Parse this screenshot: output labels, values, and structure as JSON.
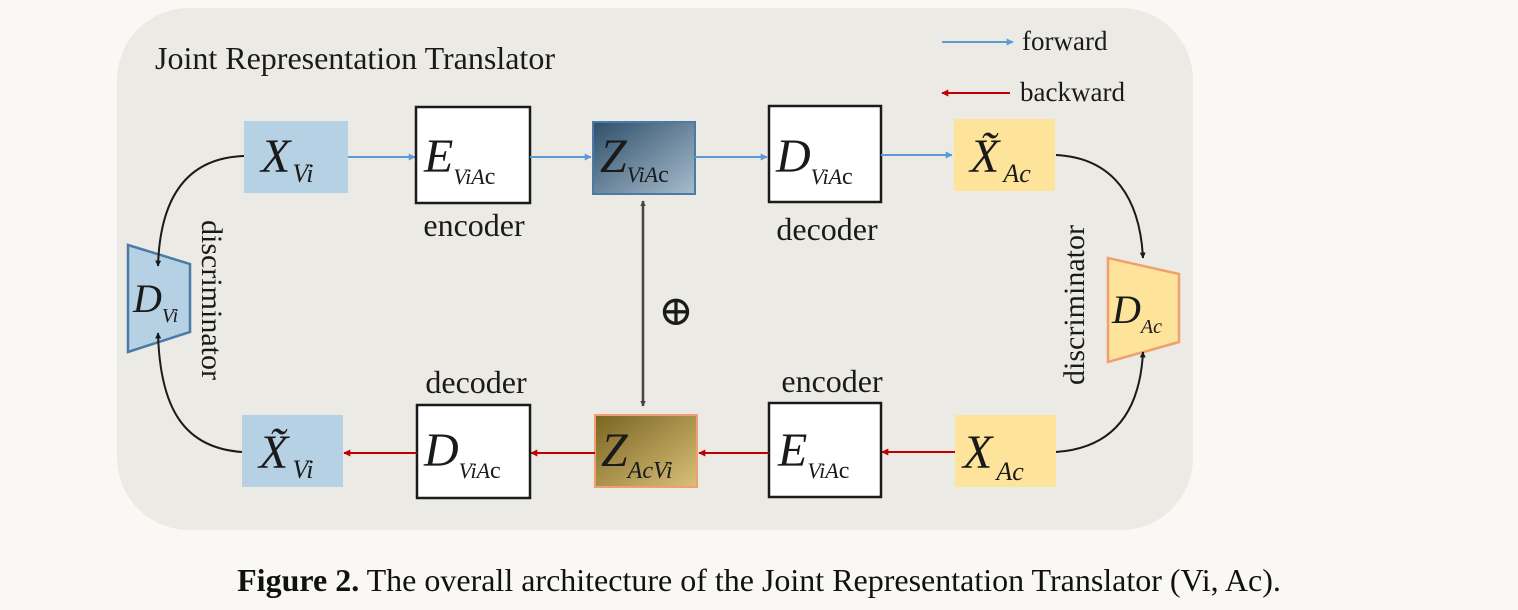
{
  "diagram": {
    "title": "Joint Representation Translator",
    "legend": {
      "forward": "forward",
      "backward": "backward",
      "forward_color": "#5b9bd5",
      "backward_color": "#c00000"
    },
    "labels": {
      "encoder_top": "encoder",
      "decoder_top": "decoder",
      "decoder_bottom": "decoder",
      "encoder_bottom": "encoder",
      "discriminator_left": "discriminator",
      "discriminator_right": "discriminator",
      "combine_symbol": "⊕"
    },
    "nodes": {
      "x_vi": {
        "base": "X",
        "sub": "Vi"
      },
      "e_top": {
        "base": "E",
        "sub": "ViA",
        "sub_tail": "c"
      },
      "z_viac": {
        "base": "Z",
        "sub": "ViA",
        "sub_tail": "c"
      },
      "d_top": {
        "base": "D",
        "sub": "ViA",
        "sub_tail": "c"
      },
      "x_ac_tilde": {
        "base": "X̃",
        "sub": "Ac"
      },
      "x_vi_tilde": {
        "base": "X̃",
        "sub": "Vi"
      },
      "d_bottom": {
        "base": "D",
        "sub": "ViA",
        "sub_tail": "c"
      },
      "z_acvi": {
        "base": "Z",
        "sub": "AcVi"
      },
      "e_bottom": {
        "base": "E",
        "sub": "ViA",
        "sub_tail": "c"
      },
      "x_ac": {
        "base": "X",
        "sub": "Ac"
      },
      "disc_vi": {
        "base": "D",
        "sub": "Vi"
      },
      "disc_ac": {
        "base": "D",
        "sub": "Ac"
      }
    },
    "colors": {
      "panel": "#ebeae5",
      "vi_fill": "#b7d1e4",
      "ac_fill": "#fde49a",
      "disc_vi_stroke": "#4a7ba6",
      "disc_ac_stroke": "#f0a070",
      "z_vi_grad_start": "#2f4f6b",
      "z_vi_grad_end": "#a7bccd",
      "z_ac_grad_start": "#7a6420",
      "z_ac_grad_end": "#d9c07a"
    }
  },
  "caption": {
    "label": "Figure 2.",
    "text": " The overall architecture of the Joint Representation Translator (Vi, Ac)."
  }
}
